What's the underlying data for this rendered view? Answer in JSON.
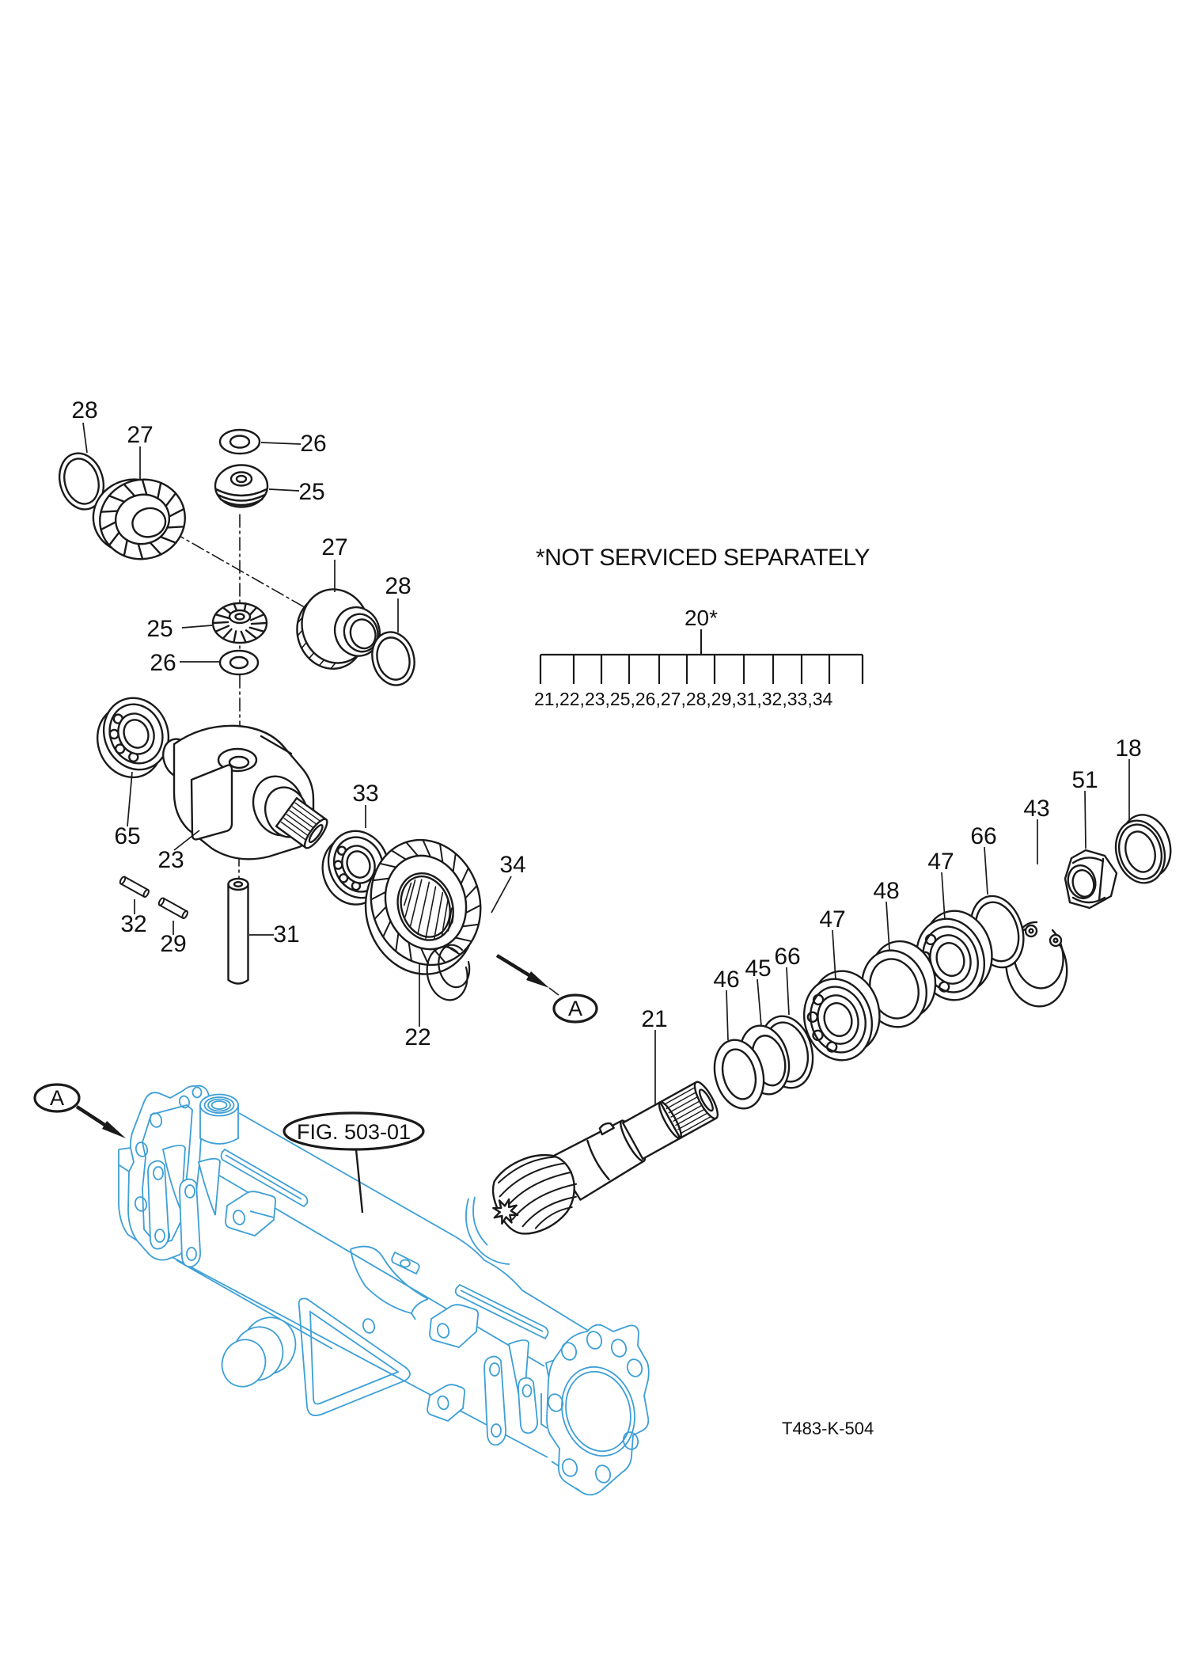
{
  "figure": {
    "note": "*NOT SERVICED SEPARATELY",
    "group_label": "20*",
    "group_parts": "21,22,23,25,26,27,28,29,31,32,33,34",
    "figure_ref": "FIG. 503-01",
    "drawing_code": "T483-K-504",
    "view_marker": "A"
  },
  "part_numbers": {
    "18": "18",
    "21": "21",
    "22": "22",
    "23": "23",
    "25": "25",
    "26": "26",
    "27": "27",
    "28": "28",
    "29": "29",
    "31": "31",
    "32": "32",
    "33": "33",
    "34": "34",
    "43": "43",
    "45": "45",
    "46": "46",
    "47": "47",
    "48": "48",
    "51": "51",
    "65": "65",
    "66": "66"
  },
  "colors": {
    "line": "#1a1a1a",
    "housing": "#3d9fd6"
  }
}
